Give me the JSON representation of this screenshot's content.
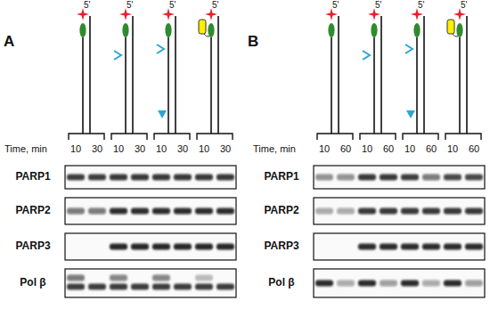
{
  "diagram": {
    "labels": [
      "A",
      "5'",
      "5'",
      "5'",
      "5'",
      "Time, min",
      "10",
      "30",
      "10",
      "30",
      "10",
      "30",
      "10",
      "30",
      "PARP1",
      "PARP2",
      "PARP3",
      "Pol β",
      "B",
      "5'",
      "5'",
      "5'",
      "5'",
      "Time, min",
      "10",
      "60",
      "10",
      "60",
      "10",
      "60",
      "10",
      "60",
      "PARP1",
      "PARP2",
      "PARP3",
      "Pol β"
    ]
  }
}
